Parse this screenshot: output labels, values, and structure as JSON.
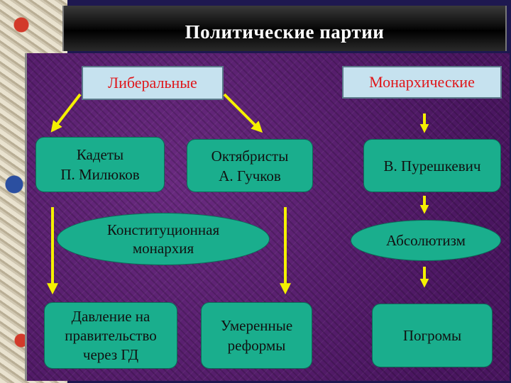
{
  "title": "Политические партии",
  "headers": {
    "liberal": "Либеральные",
    "monarchist": "Монархические"
  },
  "nodes": {
    "kadety": "Кадеты\nП. Милюков",
    "oktyabristy": "Октябристы\nА. Гучков",
    "purishkevich": "В. Пурешкевич",
    "constitutional": "Конституционная\nмонархия",
    "absolutism": "Абсолютизм",
    "pressure": "Давление на\nправительство\nчерез ГД",
    "reforms": "Умеренные\nреформы",
    "pogroms": "Погромы"
  },
  "colors": {
    "arrow": "#f5f000",
    "node_fill": "#1aae8d",
    "header_fill": "#c6e2ef",
    "header_text": "#e0161a",
    "background": "#5a1f6e"
  }
}
